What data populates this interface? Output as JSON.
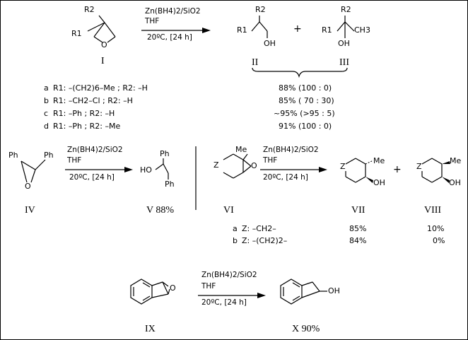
{
  "scheme1": {
    "reagent": "Zn(BH4)2/SiO2",
    "solvent": "THF",
    "conditions": "20ºC, [24 h]",
    "labels": {
      "reactant": "I",
      "product1": "II",
      "product2": "III"
    },
    "atoms": {
      "R2a": "R2",
      "R1a": "R1",
      "O": "O",
      "R2b": "R2",
      "R1b": "R1",
      "OH": "OH",
      "R2c": "R2",
      "R1c": "R1",
      "CH3": "CH3",
      "OH2": "OH",
      "plus": "+"
    },
    "rows": [
      {
        "key": "a",
        "subst": "R1: –(CH2)6–Me ; R2: –H",
        "result": "88% (100 :  0)"
      },
      {
        "key": "b",
        "subst": "R1: –CH2–Cl ; R2: –H",
        "result": "85% ( 70 : 30)"
      },
      {
        "key": "c",
        "subst": "R1: –Ph ; R2: –H",
        "result": "~95% (>95 :  5)"
      },
      {
        "key": "d",
        "subst": "R1: –Ph ; R2: –Me",
        "result": "91% (100 :  0)"
      }
    ]
  },
  "scheme2": {
    "reagent": "Zn(BH4)2/SiO2",
    "solvent": "THF",
    "conditions": "20ºC, [24 h]",
    "labels": {
      "reactant": "IV",
      "product": "V 88%"
    },
    "atoms": {
      "Ph1": "Ph",
      "Ph2": "Ph",
      "O": "O",
      "Ph3": "Ph",
      "HO": "HO",
      "Ph4": "Ph"
    }
  },
  "scheme3": {
    "reagent": "Zn(BH4)2/SiO2",
    "solvent": "THF",
    "conditions": "20ºC, [24 h]",
    "labels": {
      "reactant": "VI",
      "product1": "VII",
      "product2": "VIII"
    },
    "atoms": {
      "Me1": "Me",
      "Z1": "Z",
      "O": "O",
      "Z2": "Z",
      "Me2": "Me",
      "OH1": "OH",
      "plus": "+",
      "Z3": "Z",
      "Me3": "Me",
      "OH2": "OH"
    },
    "rows": [
      {
        "key": "a",
        "subst": "Z: –CH2–",
        "vii": "85%",
        "viii": "10%"
      },
      {
        "key": "b",
        "subst": "Z: –(CH2)2–",
        "vii": "84%",
        "viii": "0%"
      }
    ]
  },
  "scheme4": {
    "reagent": "Zn(BH4)2/SiO2",
    "solvent": "THF",
    "conditions": "20ºC, [24 h]",
    "labels": {
      "reactant": "IX",
      "product": "X 90%"
    },
    "atoms": {
      "O": "O",
      "OH": "OH"
    }
  }
}
